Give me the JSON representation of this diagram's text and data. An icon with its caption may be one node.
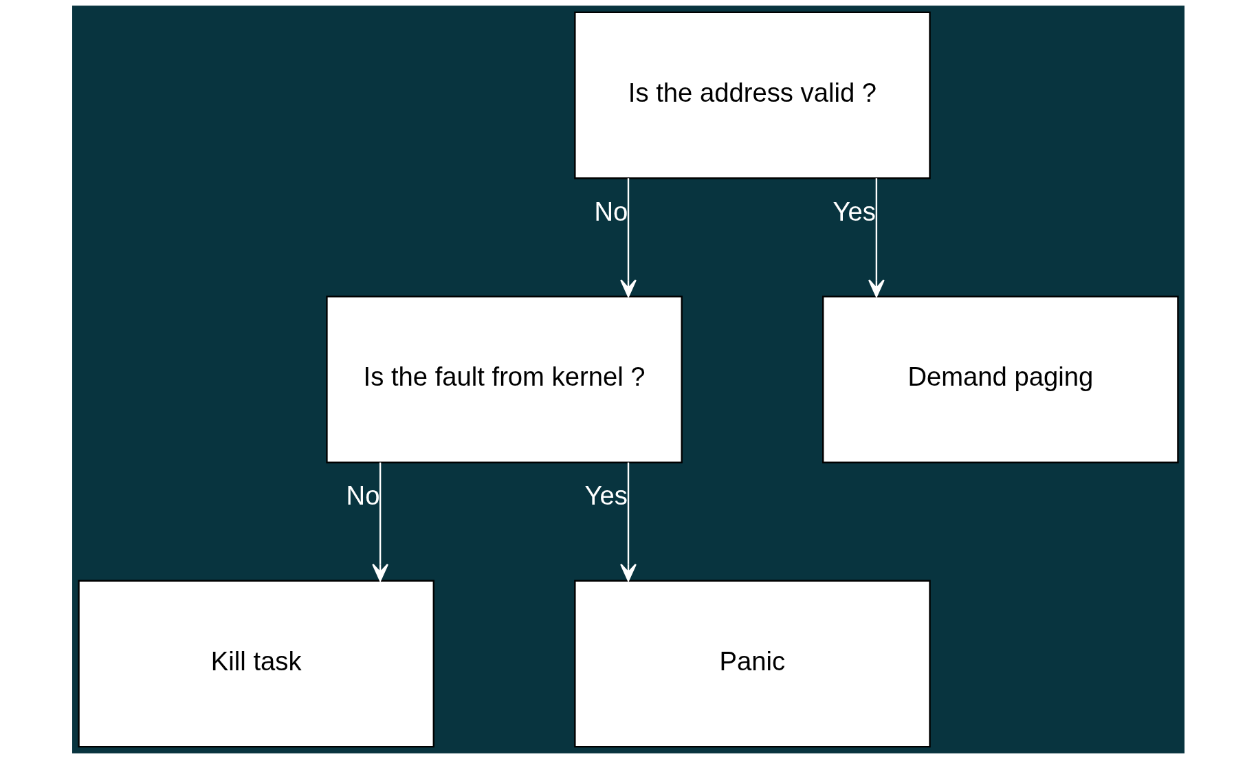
{
  "diagram": {
    "nodes": [
      {
        "text": [
          "Is the address valid ?"
        ]
      },
      {
        "text": [
          "Is the fault from kernel ?"
        ]
      },
      {
        "text": [
          "Demand paging"
        ]
      },
      {
        "text": [
          "Kill task"
        ]
      },
      {
        "text": [
          "Panic"
        ]
      }
    ],
    "edges": [
      {
        "from": 0,
        "to": 1,
        "arrow": "to",
        "label": "No"
      },
      {
        "from": 0,
        "to": 2,
        "arrow": "to",
        "label": "Yes"
      },
      {
        "from": 1,
        "to": 3,
        "arrow": "to",
        "label": "No"
      },
      {
        "from": 1,
        "to": 4,
        "arrow": "to",
        "label": "Yes"
      }
    ]
  }
}
